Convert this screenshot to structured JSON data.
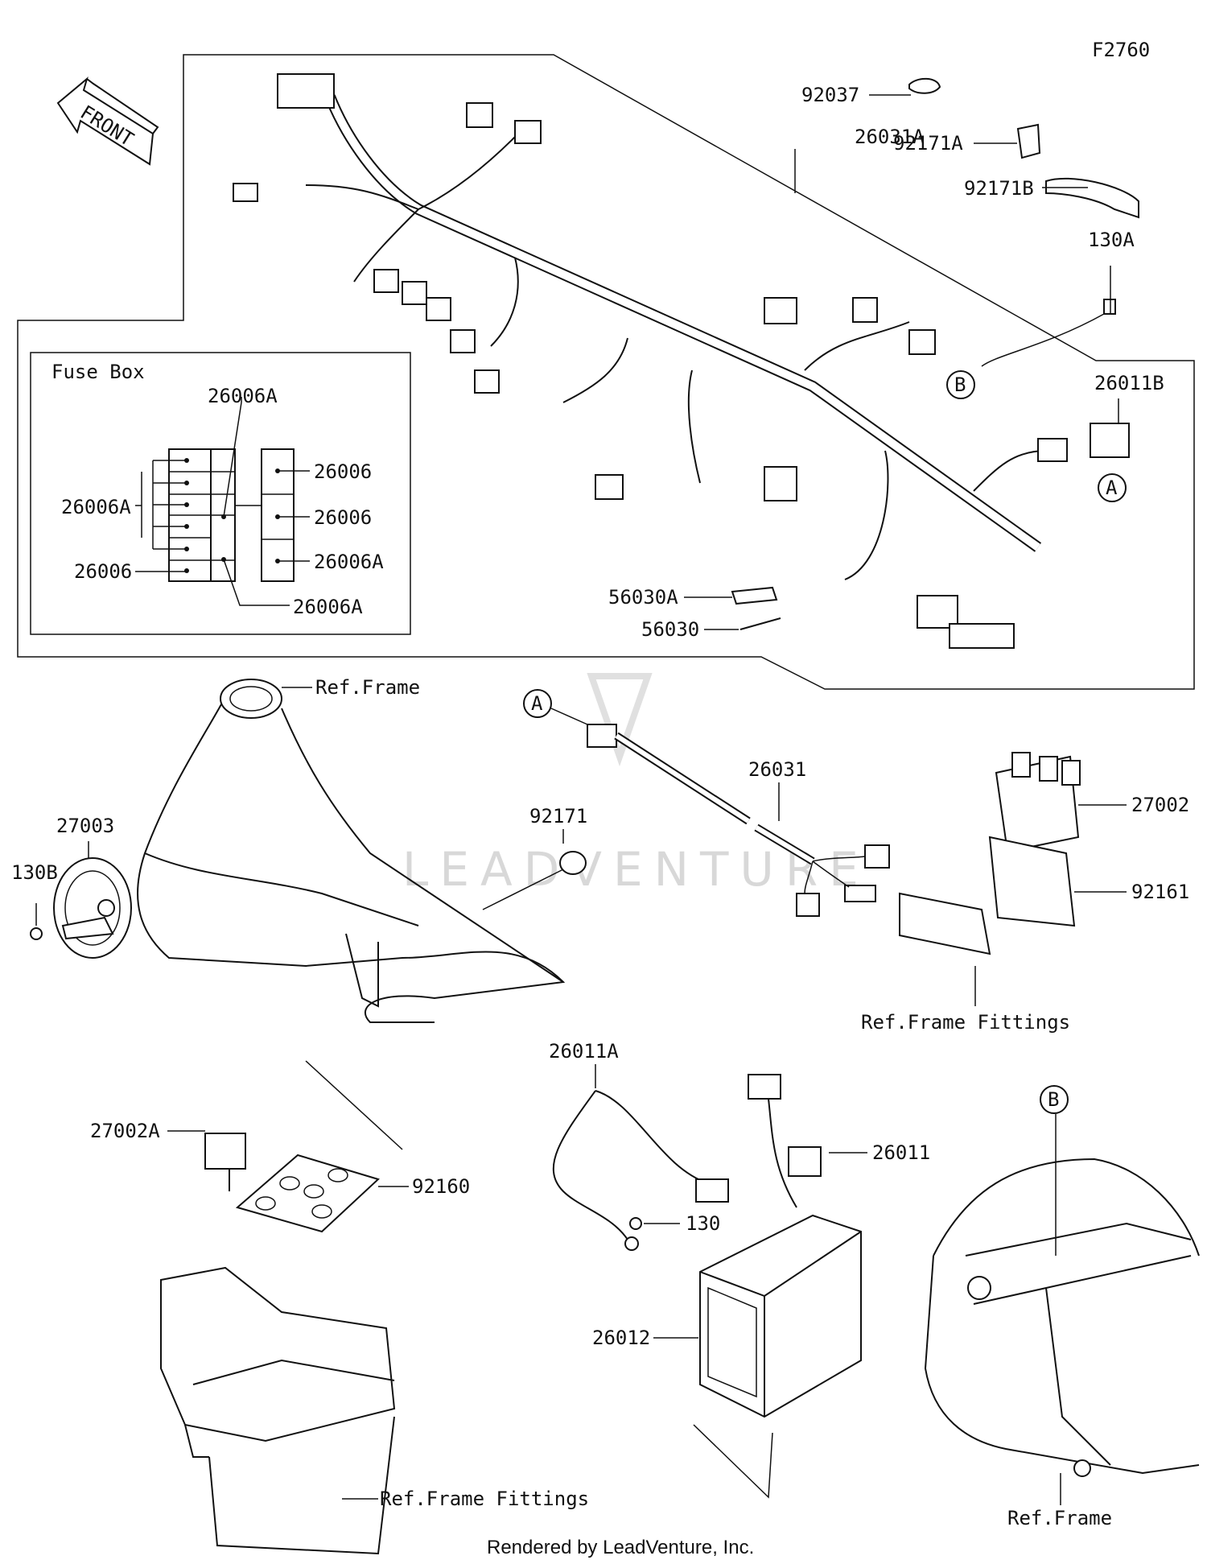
{
  "figure_code": "F2760",
  "front_arrow": "FRONT",
  "fuse_box": {
    "title": "Fuse Box",
    "labels": [
      "26006A",
      "26006",
      "26006",
      "26006A",
      "26006A",
      "26006",
      "26006A"
    ]
  },
  "callouts": {
    "c92037": "92037",
    "c26031A": "26031A",
    "c92171A": "92171A",
    "c92171B": "92171B",
    "c130A": "130A",
    "c26011B": "26011B",
    "c56030A": "56030A",
    "c56030": "56030",
    "c26031": "26031",
    "c27002": "27002",
    "c92161": "92161",
    "c92171": "92171",
    "c27003": "27003",
    "c130B": "130B",
    "c27002A": "27002A",
    "c92160": "92160",
    "c26011A": "26011A",
    "c130": "130",
    "c26011": "26011",
    "c26012": "26012"
  },
  "markers": {
    "A": "A",
    "B": "B"
  },
  "refs": {
    "ref_frame_top": "Ref.Frame",
    "ref_frame_fittings_mid": "Ref.Frame Fittings",
    "ref_frame_fittings_bottom": "Ref.Frame Fittings",
    "ref_frame_bottom": "Ref.Frame"
  },
  "watermark": "LEADVENTURE",
  "footer": "Rendered by LeadVenture, Inc."
}
